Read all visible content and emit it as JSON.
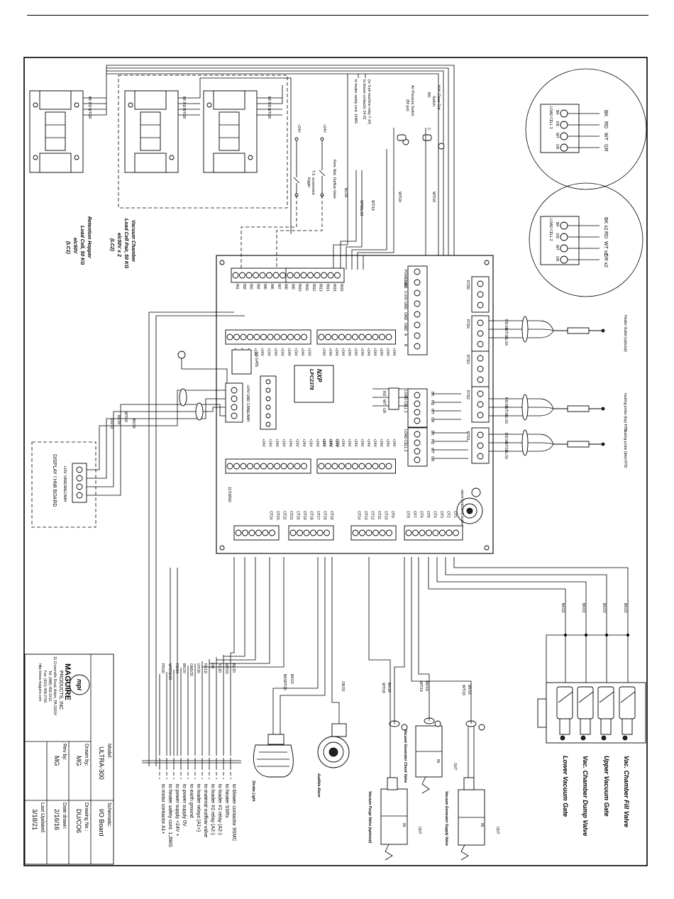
{
  "load_cells": {
    "lc1_wires": [
      "BK",
      "RD",
      "WT",
      "GR"
    ],
    "lc2_wires": [
      "BK",
      "RD",
      "WT",
      "GR"
    ],
    "lc2b_wires": [
      "BK",
      "RD",
      "WT",
      "GR"
    ],
    "lc1_label": [
      "Retention Hopper",
      "Load Cell, 50 KG",
      "elc50V",
      "(LC1)"
    ],
    "lc2_label": [
      "Vacuum Chamber",
      "Load Cell Pair, 50 KG",
      "elc50V x 2",
      "(LC2)"
    ],
    "detail3": {
      "title": "LOAD CELL 3",
      "pins": [
        "BK",
        "RD",
        "WT",
        "GR"
      ],
      "wires": [
        "BK",
        "RD",
        "WT",
        "GR"
      ]
    },
    "detail2": {
      "title": "LOAD CELL 2",
      "pins": [
        "BK",
        "RD",
        "WT",
        "GR"
      ],
      "wires": [
        "BK x2",
        "RD",
        "WT x2",
        "GR x2"
      ]
    }
  },
  "top_notes": {
    "heater_safety": "to heater safety cont. 14WG",
    "blower_note": "to blower contactor 14-22",
    "blower_sub": "(or 3-ph machine relay 7-14)",
    "air_switch": "Air Pressure Switch",
    "air_switch_sub": "(50 psi)",
    "hh_switch": "H.H. Clean-Out",
    "hh_switch_sub": "Switch",
    "no": "NO",
    "c": "C",
    "p24v_a": "+24V",
    "p24v_b": "+24V",
    "rem_valve": "Rem. Mat. Outflow Valve",
    "ts_label": "T.S. screenshot",
    "ts_sub": "trigger",
    "wire_labels": [
      "WT/18",
      "WT/18",
      "WT/BL/18",
      "BL/18",
      "WT/18"
    ]
  },
  "board": {
    "chip_brand": "NXP",
    "chip_model": "LPC2378",
    "mfr": "11709560",
    "inputs": [
      "IN1",
      "IN2",
      "IN3",
      "IN4",
      "IN5",
      "IN6",
      "IN7",
      "IN8",
      "IN9",
      "IN10",
      "IN11",
      "IN12",
      "IN13",
      "IN14",
      "IN15",
      "IN16"
    ],
    "power_pins": [
      "+24V",
      "+24V",
      "+24V",
      "+24V",
      "+24V",
      "+24V",
      "+24V",
      "+24V",
      "+24V",
      "+24V",
      "+24V",
      "+24V"
    ],
    "analog": [
      "POWERED",
      "GND",
      "0-10V",
      "GND",
      "GND",
      "GND",
      "A",
      "B"
    ],
    "can": [
      "+24V",
      "+24V",
      "GND",
      "CANL",
      "CANH"
    ],
    "outputs_a": [
      "OT1",
      "OT2",
      "OT3",
      "OT4",
      "OT5",
      "OT6",
      "OT7",
      "OT8"
    ],
    "outputs_b": [
      "OT9",
      "OT10",
      "OT11",
      "OT12",
      "OT13",
      "OT14"
    ],
    "outputs_c": [
      "OT15",
      "OT16",
      "OT17",
      "OT18",
      "OT19",
      "OT20",
      "OT21",
      "OT22",
      "OT23",
      "OT24"
    ],
    "rtd": [
      "RTD1",
      "RTD2",
      "RTD3",
      "RTD4",
      "RTD5"
    ],
    "lc_conn_1": [
      "BK",
      "RD",
      "WT",
      "GR"
    ],
    "lc_conn_2": [
      "BK",
      "RD",
      "WT",
      "GR"
    ],
    "lc_conn_1_title": "LOAD CELL 1",
    "lc_conn_2_title": "LOAD CELL 2",
    "buzzer": "alarm (onboard) buzzer",
    "led": "SS GATE",
    "lc_side": [
      "RD",
      "WT",
      "GR"
    ]
  },
  "thermocouples": [
    {
      "name": "Heater Outlet (optional)",
      "wires": [
        "RD/16",
        "WT/16",
        "BL/16"
      ]
    },
    {
      "name": "heating probe (top) RTD",
      "wires": [
        "RD/16",
        "WT/16",
        "BL/16"
      ]
    },
    {
      "name": "heating probe (btm) RTD",
      "wires": [
        "RD/16",
        "WT/16",
        "BL/16"
      ]
    }
  ],
  "display": {
    "pins": [
      "+24V",
      "GND",
      "CANL",
      "CANH"
    ],
    "label": "DISPLAY / HMI BOARD",
    "wires": [
      "BK/18",
      "WT/18",
      "BL/18",
      "RD/18"
    ]
  },
  "valves": {
    "wire_label": "BK/22",
    "names": [
      "Vac. Chamber Fill Valve",
      "Upper Vacuum Gate",
      "Vac. Chamber Dump Valve",
      "Lower Vacuum Gate"
    ]
  },
  "solenoids": {
    "supply": "Vacuum Generator Supply Valve",
    "check": "Vacuum Generator Check Valve",
    "purge": "Vacuum Purge Valve (optional)",
    "out": "OUT",
    "in": "IN",
    "wire_a": "BK/18",
    "wire_b": "WT/18"
  },
  "alarm": {
    "audible": "Audible Alarm",
    "strobe": "Strobe Light",
    "wires": [
      "OR/20",
      "BK/20",
      "BK/WT/20"
    ]
  },
  "outgoing": {
    "wire_labels": [
      "BL/20",
      "WT/20",
      "YL/20",
      "RD",
      "FE/LD",
      "OT/20",
      "GND/20",
      "BK/20",
      "RD/20",
      "WT/RD/20",
      "PR/20"
    ],
    "destinations": [
      "to blower contactor 9SMC",
      "to heater SSRs",
      "to loader #1 relay (A2-)",
      "to loader #2 relay (A2-)",
      "to material outflow valve",
      "to loader relays (A1+)",
      "to earth ground",
      "to power supply 0V",
      "to power supply +24V +",
      "to heater safety cont. 1,3WG",
      "to motor contactor A1+"
    ]
  },
  "title_block": {
    "company": "MAGUIRE",
    "company2": "PRODUCTS, INC",
    "logo": "mpi",
    "addr1": "11 Crozerville Road, Aston, PA 19014",
    "addr2": "Tel: (888) 459-2412",
    "addr3": "Fax: (610) 459-2700",
    "addr4": "http://www.maguire.com",
    "model_label": "Model:",
    "model": "ULTRA-300",
    "schematic_label": "Schematic:",
    "schematic": "I/O Board",
    "drawn_label": "Drawn by:",
    "drawn": "MG",
    "drawing_no_label": "Drawing No.:",
    "drawing_no": "DU/CO6",
    "rev_label": "Rev by:",
    "rev": "MG",
    "date_label": "Date drawn:",
    "date": "2/16/16",
    "updated_label": "Last Updated:",
    "updated": "3/18/21"
  }
}
